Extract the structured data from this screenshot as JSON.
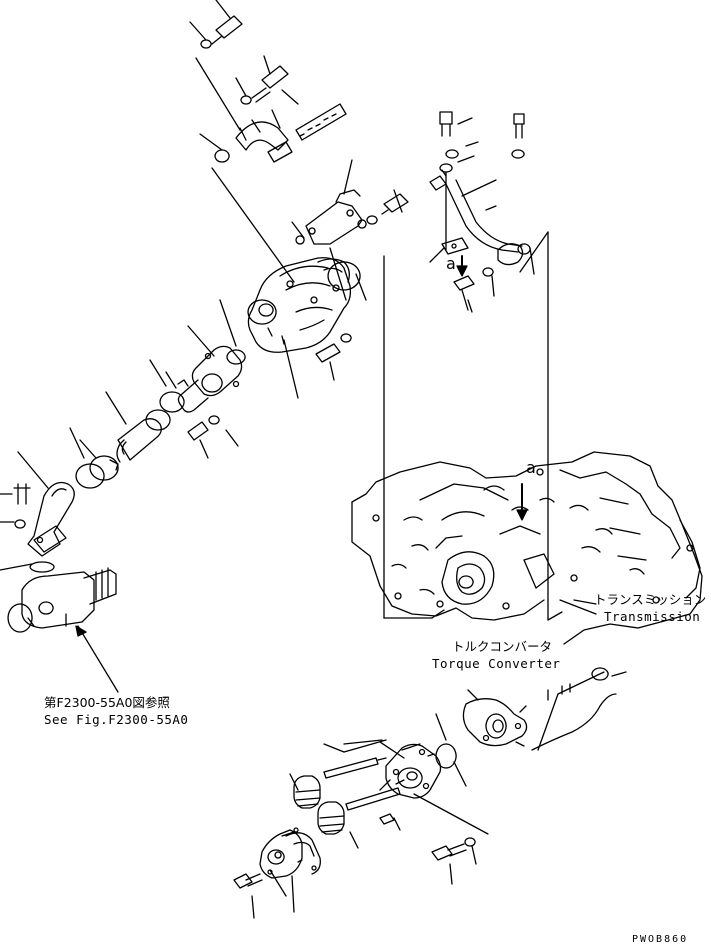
{
  "labels": {
    "transmission_jp": "トランスミッション",
    "transmission_en": "Transmission",
    "converter_jp": "トルクコンバータ",
    "converter_en": "Torque Converter",
    "ref_jp": "第F2300-55A0図参照",
    "ref_en": "See Fig.F2300-55A0"
  },
  "marks": {
    "a1": "a",
    "a2": "a"
  },
  "drawing_code": "PWOB860",
  "colors": {
    "ink": "#000000",
    "paper": "#ffffff"
  }
}
